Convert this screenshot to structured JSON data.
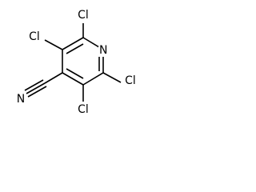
{
  "molecule": {
    "atoms": {
      "n_ring": "N",
      "cl_top_left": "Cl",
      "cl_top_right": "Cl",
      "cl_bottom_right": "Cl",
      "cl_bottom_center": "Cl",
      "n_nitrile": "N"
    },
    "colors": {
      "ink": "#000000",
      "background": "#ffffff"
    }
  }
}
